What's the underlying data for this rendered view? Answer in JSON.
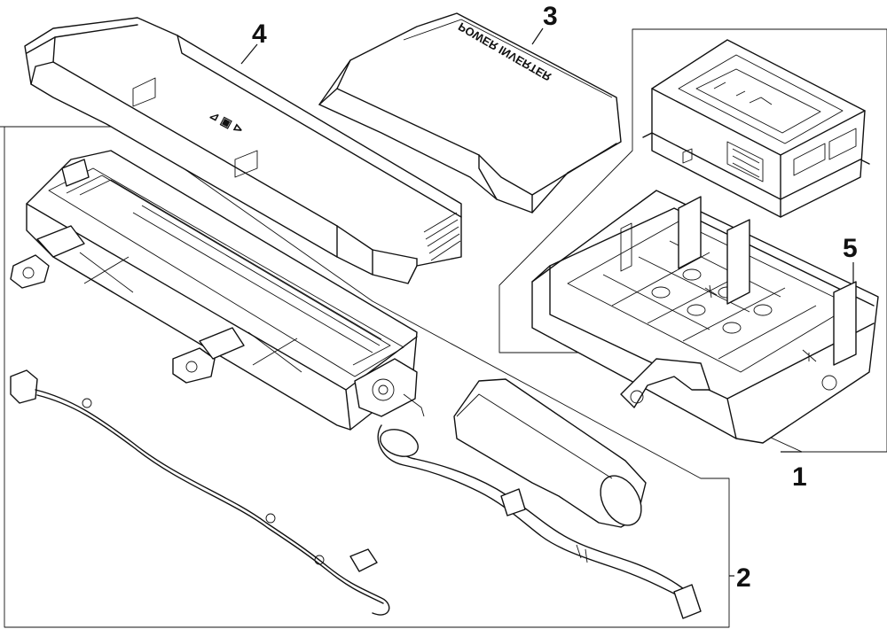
{
  "callouts": [
    {
      "id": "1",
      "label": "1"
    },
    {
      "id": "2",
      "label": "2"
    },
    {
      "id": "3",
      "label": "3"
    },
    {
      "id": "4",
      "label": "4"
    },
    {
      "id": "5",
      "label": "5"
    }
  ],
  "parts": {
    "cover_top_label": "POWER INVERTER",
    "cover_vent_glyphs": "⊿ ▣ ⊳"
  }
}
